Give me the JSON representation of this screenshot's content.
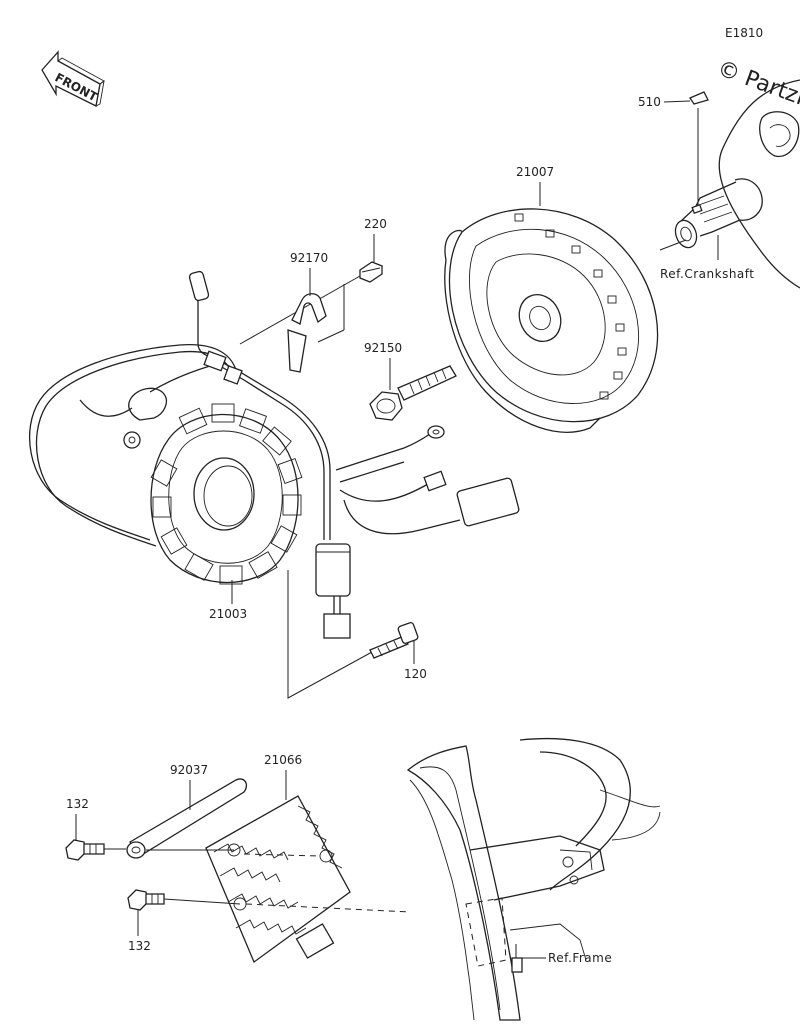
{
  "diagram": {
    "code": "E1810",
    "watermark": "© PartzP",
    "front_arrow_label": "FRONT",
    "parts": {
      "p510": "510",
      "p21007": "21007",
      "p220": "220",
      "p92170": "92170",
      "p92150": "92150",
      "p21003": "21003",
      "p120": "120",
      "p92037": "92037",
      "p21066": "21066",
      "p132_top": "132",
      "p132_bottom": "132"
    },
    "references": {
      "crankshaft": "Ref.Crankshaft",
      "frame": "Ref.Frame"
    }
  }
}
